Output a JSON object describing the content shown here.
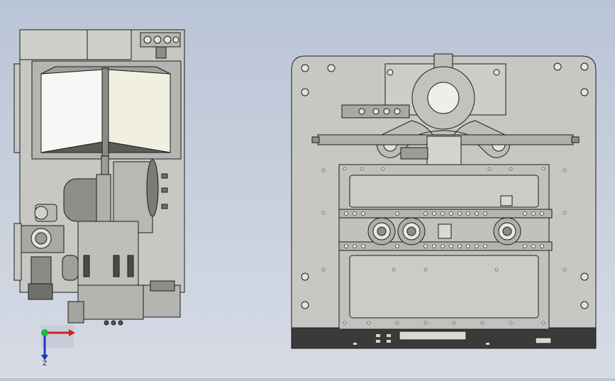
{
  "viewport": {
    "background_top": "#b9c4d6",
    "background_bottom": "#d6dbe5"
  },
  "colors": {
    "part_fill": "#c7c8c4",
    "part_fill_dark": "#a9aaa5",
    "edge": "#1c1c1c",
    "dark_body": "#3a3a3a",
    "white_panel": "#f4f4f2",
    "axis_x": "#d21f1f",
    "axis_y": "#1fb83a",
    "axis_z": "#2233c8"
  },
  "triad": {
    "z_label": "Z",
    "x_icon": "axis-x-arrow",
    "y_icon": "axis-y-arrow",
    "z_icon": "axis-z-arrow"
  }
}
